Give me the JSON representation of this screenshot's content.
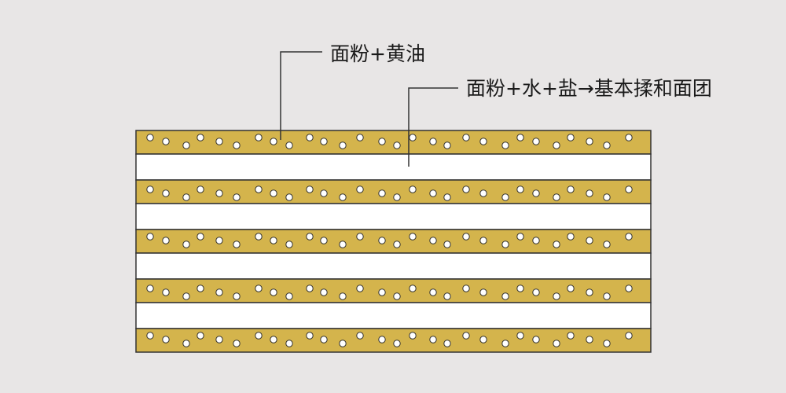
{
  "labels": {
    "butter_layer": "面粉+黄油",
    "dough_layer": "面粉+水+盐→基本揉和面团"
  },
  "diagram": {
    "layer_count_butter": 5,
    "layer_count_dough": 4,
    "colors": {
      "background": "#e8e6e6",
      "butter_layer": "#d4b44c",
      "dough_layer": "#ffffff",
      "outline": "#333333",
      "particle": "#ffffff"
    }
  }
}
